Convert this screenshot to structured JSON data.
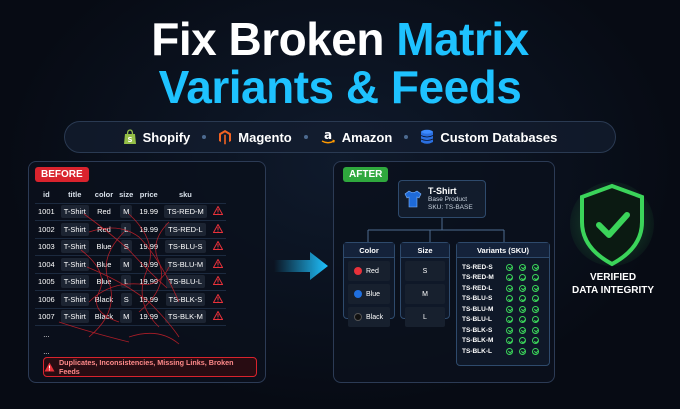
{
  "headline": {
    "line1_a": "Fix Broken ",
    "line1_b": "Matrix",
    "line2": "Variants & Feeds"
  },
  "platforms": [
    {
      "name": "Shopify",
      "icon": "shopify-bag-icon"
    },
    {
      "name": "Magento",
      "icon": "magento-logo-icon"
    },
    {
      "name": "Amazon",
      "icon": "amazon-logo-icon"
    },
    {
      "name": "Custom Databases",
      "icon": "database-icon"
    }
  ],
  "before": {
    "tag": "BEFORE",
    "columns": [
      "id",
      "title",
      "color",
      "size",
      "price",
      "sku"
    ],
    "rows": [
      [
        "1001",
        "T-Shirt",
        "Red",
        "M",
        "19.99",
        "TS-RED-M"
      ],
      [
        "1002",
        "T-Shirt",
        "Red",
        "L",
        "19.99",
        "TS-RED-L"
      ],
      [
        "1003",
        "T-Shirt",
        "Blue",
        "S",
        "19.99",
        "TS-BLU-S"
      ],
      [
        "1004",
        "T-Shirt",
        "Blue",
        "M",
        "19.99",
        "TS-BLU-M"
      ],
      [
        "1005",
        "T-Shirt",
        "Blue",
        "L",
        "19.99",
        "TS-BLU-L"
      ],
      [
        "1006",
        "T-Shirt",
        "Black",
        "S",
        "19.99",
        "TS-BLK-S"
      ],
      [
        "1007",
        "T-Shirt",
        "Black",
        "M",
        "19.99",
        "TS-BLK-M"
      ]
    ],
    "ellipsis": [
      "...",
      "..."
    ],
    "warning": "Duplicates, Inconsistencies, Missing Links, Broken Feeds"
  },
  "after": {
    "tag": "AFTER",
    "product": {
      "name": "T-Shirt",
      "subtitle": "Base Product",
      "sku": "SKU: TS-BASE"
    },
    "color_header": "Color",
    "colors": [
      {
        "name": "Red",
        "hex": "#e8313a"
      },
      {
        "name": "Blue",
        "hex": "#1f6fe0"
      },
      {
        "name": "Black",
        "hex": "#111111"
      }
    ],
    "size_header": "Size",
    "sizes": [
      "S",
      "M",
      "L"
    ],
    "variants_header": "Variants (SKU)",
    "variants": [
      "TS-RED-S",
      "TS-RED-M",
      "TS-RED-L",
      "TS-BLU-S",
      "TS-BLU-M",
      "TS-BLU-L",
      "TS-BLK-S",
      "TS-BLK-M",
      "TS-BLK-L"
    ]
  },
  "verified": {
    "line1": "VERIFIED",
    "line2": "DATA INTEGRITY"
  },
  "colors": {
    "accent": "#1ec2ff",
    "error": "#d9232d",
    "success": "#3bd45a"
  }
}
